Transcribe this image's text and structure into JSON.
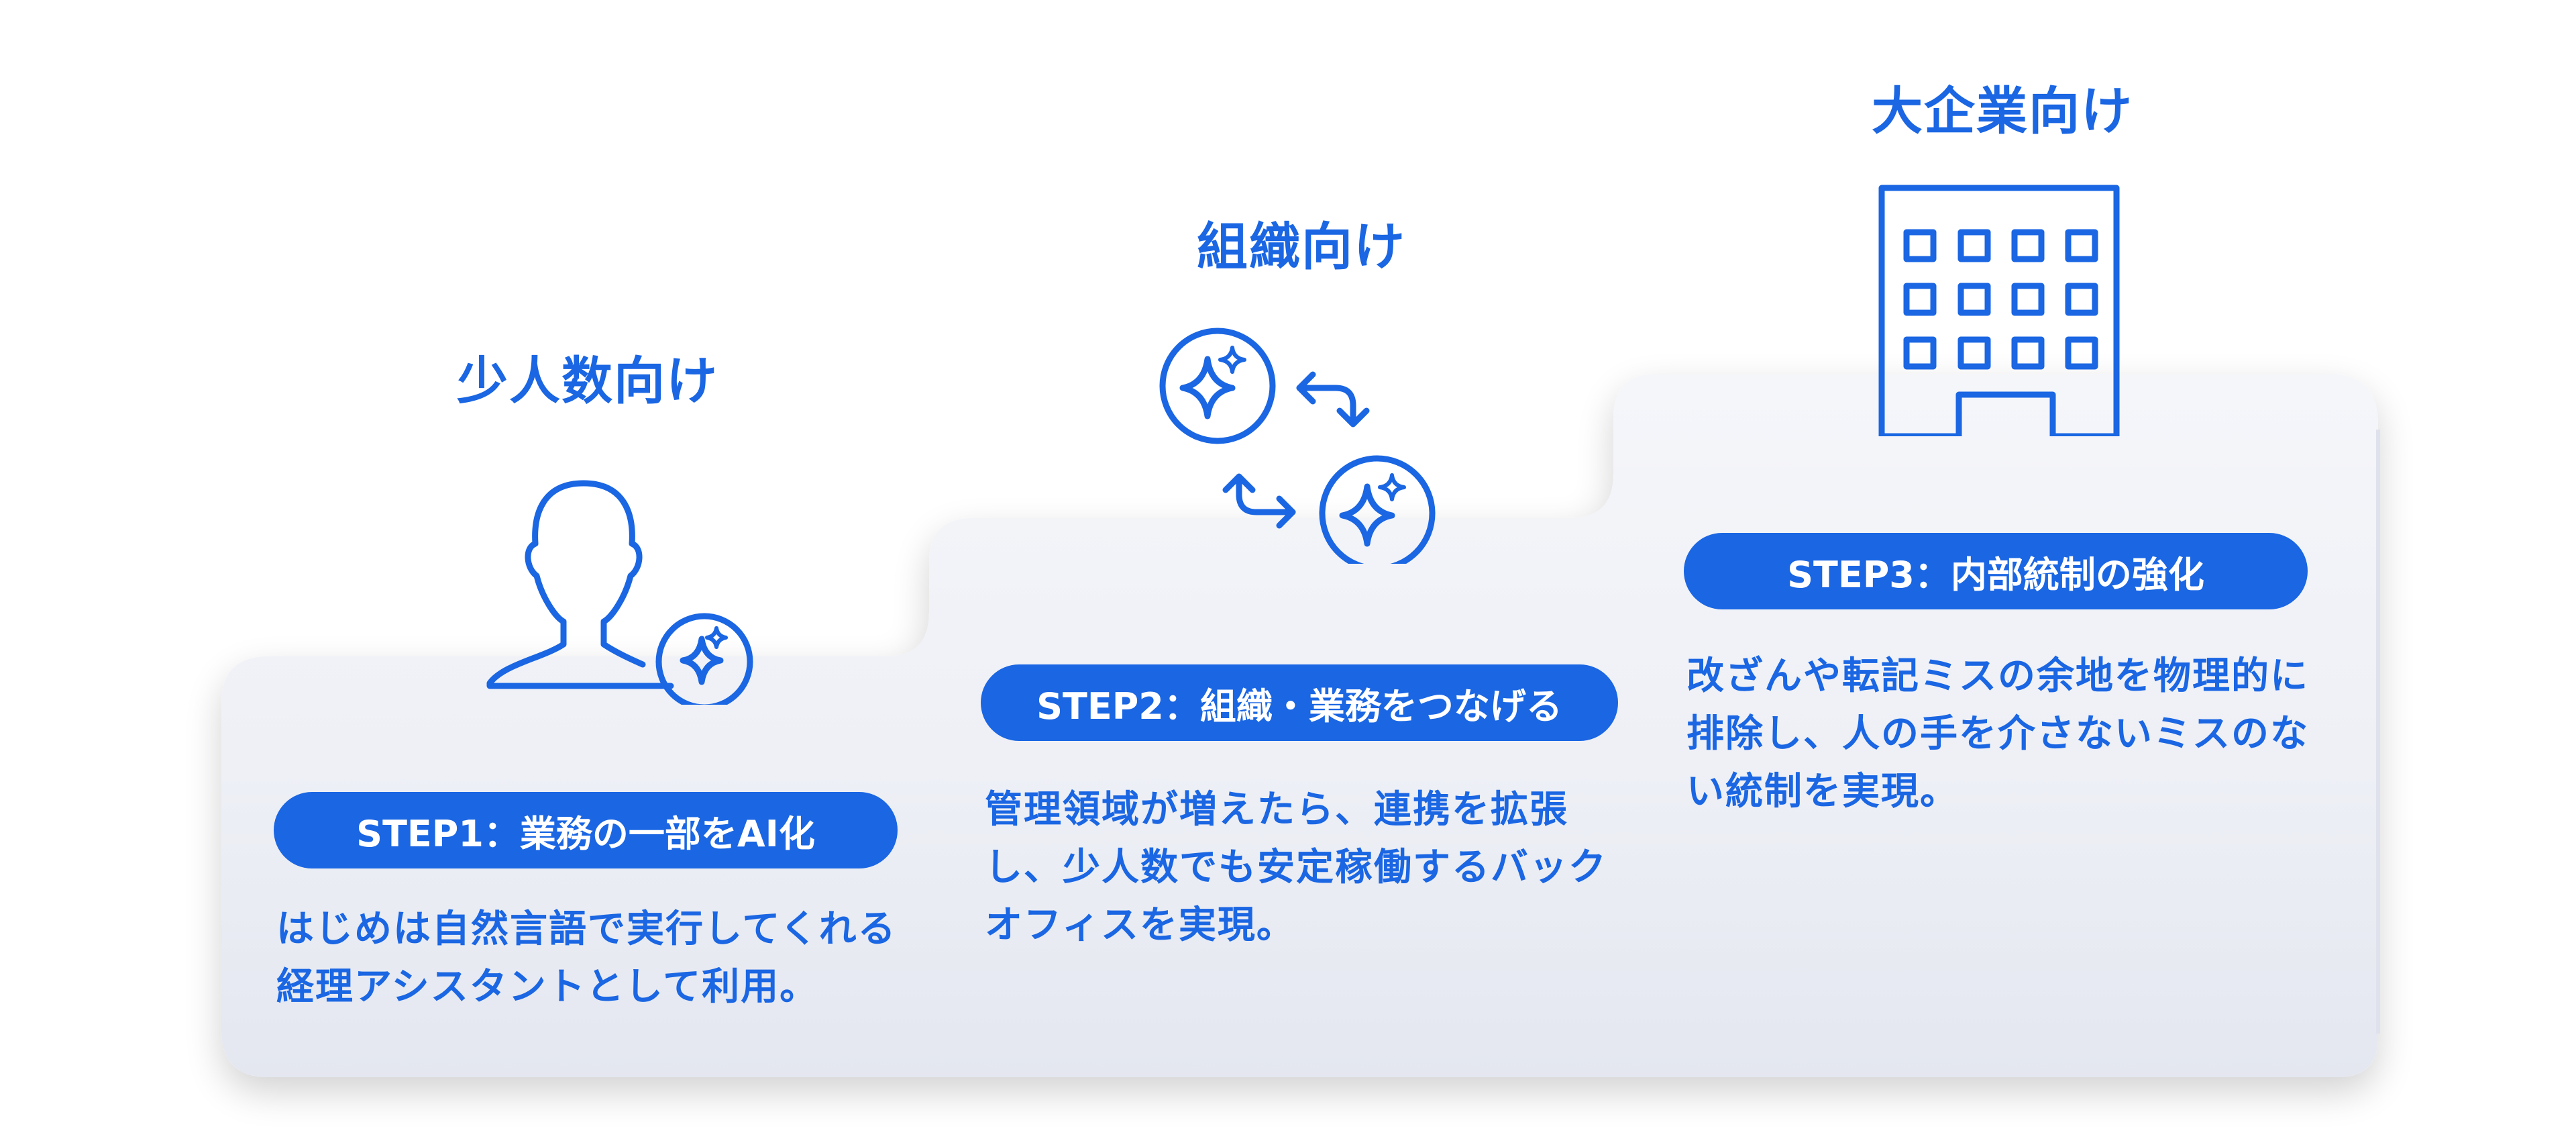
{
  "colors": {
    "accent": "#1a66e3",
    "step_surface": "#eceef5"
  },
  "steps": [
    {
      "audience": "少人数向け",
      "icon": "person-sparkle-icon",
      "label": "STEP1：業務の一部をAI化",
      "description": "はじめは自然言語で実行してくれる経理アシスタントとして利用。"
    },
    {
      "audience": "組織向け",
      "icon": "sync-sparkle-icon",
      "label": "STEP2：組織・業務をつなげる",
      "description": "管理領域が増えたら、連携を拡張し、少人数でも安定稼働するバックオフィスを実現。"
    },
    {
      "audience": "大企業向け",
      "icon": "building-icon",
      "label": "STEP3：内部統制の強化",
      "description": "改ざんや転記ミスの余地を物理的に排除し、人の手を介さないミスのない統制を実現。"
    }
  ]
}
